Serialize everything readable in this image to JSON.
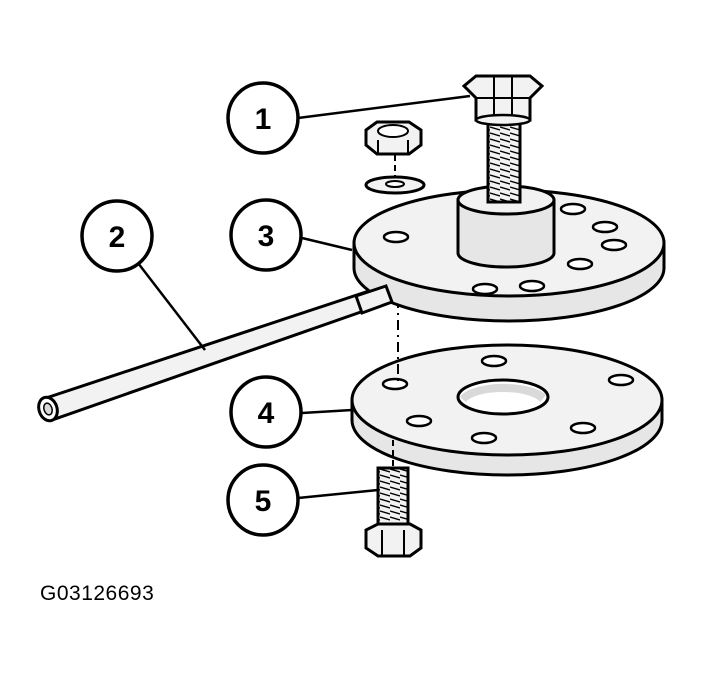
{
  "figure_code": "G03126693",
  "callouts": [
    {
      "number": "1",
      "target": "bolt"
    },
    {
      "number": "2",
      "target": "rod"
    },
    {
      "number": "3",
      "target": "upper-plate"
    },
    {
      "number": "4",
      "target": "lower-plate"
    },
    {
      "number": "5",
      "target": "lower-bolt"
    }
  ],
  "colors": {
    "line": "#000000",
    "part_fill": "#f2f2f2",
    "shade": "#d9d9d9",
    "background": "#ffffff"
  }
}
